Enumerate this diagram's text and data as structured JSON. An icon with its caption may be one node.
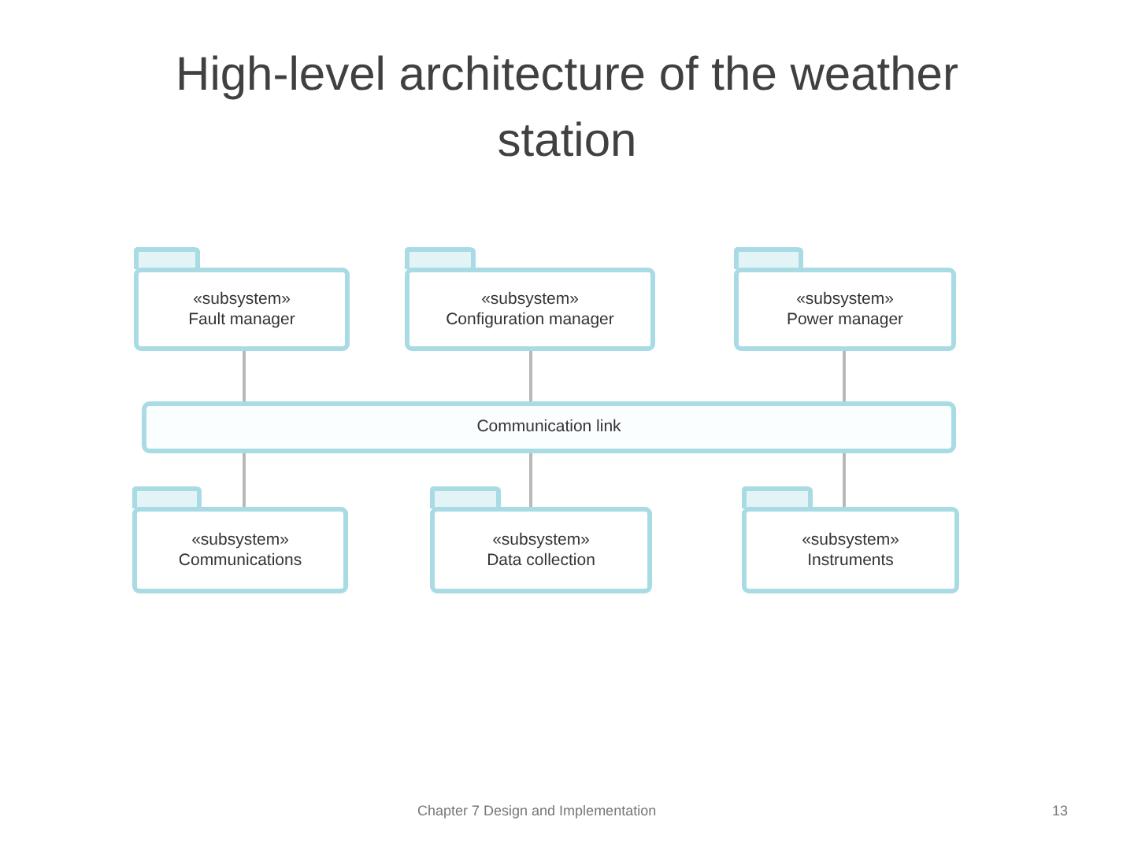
{
  "diagram": {
    "title": "High-level architecture of the weather station",
    "nodes": [
      {
        "text": [
          "«subsystem»",
          "Fault manager"
        ]
      },
      {
        "text": [
          "«subsystem»",
          "Configuration manager"
        ]
      },
      {
        "text": [
          "«subsystem»",
          "Power manager"
        ]
      },
      {
        "text": [
          "Communication link"
        ]
      },
      {
        "text": [
          "«subsystem»",
          "Communications"
        ]
      },
      {
        "text": [
          "«subsystem»",
          "Data collection"
        ]
      },
      {
        "text": [
          "«subsystem»",
          "Instruments"
        ]
      }
    ],
    "edges": [
      {
        "from": 0,
        "to": 3,
        "arrow": "none"
      },
      {
        "from": 1,
        "to": 3,
        "arrow": "none"
      },
      {
        "from": 2,
        "to": 3,
        "arrow": "none"
      },
      {
        "from": 3,
        "to": 4,
        "arrow": "none"
      },
      {
        "from": 3,
        "to": 5,
        "arrow": "none"
      },
      {
        "from": 3,
        "to": 6,
        "arrow": "none"
      }
    ],
    "labels": [
      "Chapter 7 Design and Implementation",
      "13"
    ]
  }
}
